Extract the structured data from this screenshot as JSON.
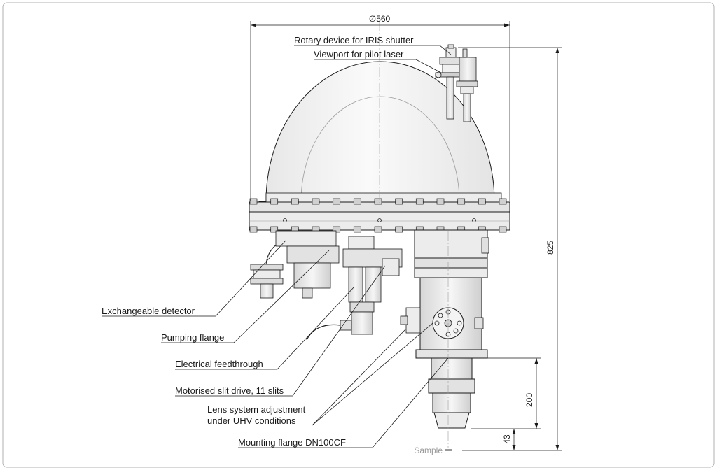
{
  "dimensions": {
    "diameter": "∅560",
    "height_total": "825",
    "height_lens": "200",
    "height_sample": "43"
  },
  "labels": {
    "rotary_device": "Rotary device for IRIS shutter",
    "viewport": "Viewport for pilot laser",
    "exchangeable_detector": "Exchangeable detector",
    "pumping_flange": "Pumping flange",
    "electrical_feedthrough": "Electrical feedthrough",
    "slit_drive": "Motorised slit drive, 11 slits",
    "lens_adjust_line1": "Lens system adjustment",
    "lens_adjust_line2": "under UHV conditions",
    "mounting_flange": "Mounting flange DN100CF",
    "sample": "Sample"
  },
  "colors": {
    "line": "#1a1a1a",
    "metal_light": "#f2f2f2",
    "metal_mid": "#d9d9d9",
    "metal_dark": "#bdbdbd",
    "frame": "#b0b0b0"
  }
}
